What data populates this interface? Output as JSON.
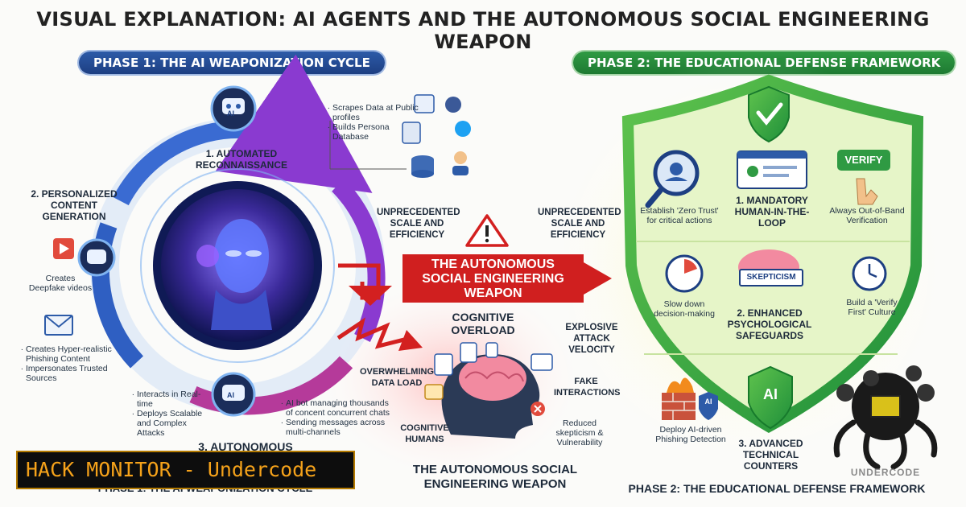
{
  "title": "VISUAL EXPLANATION: AI AGENTS AND THE AUTONOMOUS SOCIAL ENGINEERING WEAPON",
  "phase1": {
    "label": "PHASE 1: THE AI WEAPONIZATION CYCLE",
    "step1": {
      "title": "1. AUTOMATED RECONNAISSANCE",
      "bullets": [
        "Scrapes Data at Public profiles",
        "Builds Persona Database"
      ]
    },
    "step2": {
      "title": "2. PERSONALIZED CONTENT GENERATION",
      "bullets_top": [
        "Creates Deepfake videos"
      ],
      "bullets_bottom": [
        "Creates Hyper-realistic Phishing Content",
        "Impersonates Trusted Sources"
      ]
    },
    "step3": {
      "title": "3. AUTONOMOUS",
      "bullets_left": [
        "Interacts in Real-time",
        "Deploys Scalable and Complex Attacks"
      ],
      "bullets_right": [
        "AI bot managing thousands of concent concurrent chats",
        "Sending messages across multi-channels"
      ]
    },
    "bottom_caption": "PHASE 1: THE AI WEAPONIZATION CYCLE",
    "ai_badge": "AI"
  },
  "center": {
    "scale_left": "UNPRECEDENTED SCALE AND EFFICIENCY",
    "scale_right": "UNPRECEDENTED SCALE AND EFFICIENCY",
    "weapon": "THE AUTONOMOUS SOCIAL ENGINEERING WEAPON",
    "cognitive_overload": "COGNITIVE OVERLOAD",
    "explosive": "EXPLOSIVE ATTACK VELOCITY",
    "overwhelming": "OVERWHELMING DATA LOAD",
    "fake": "FAKE INTERACTIONS",
    "cognitive_humans": "COGNITIVE HUMANS",
    "reduced": "Reduced skepticism & Vulnerability",
    "bottom_caption": "THE AUTONOMOUS SOCIAL ENGINEERING WEAPON"
  },
  "phase2": {
    "label": "PHASE 2: THE EDUCATIONAL DEFENSE FRAMEWORK",
    "zero_trust": "Establish 'Zero Trust' for critical actions",
    "mandatory": "1. MANDATORY HUMAN-IN-THE-LOOP",
    "verify_btn": "VERIFY",
    "verify_text": "Always Out-of-Band Verification",
    "slow_down": "Slow down decision-making",
    "skepticism": "SKEPTICISM",
    "enhanced": "2. ENHANCED PSYCHOLOGICAL SAFEGUARDS",
    "verify_first": "Build a 'Verify First' Culture",
    "deploy": "Deploy AI-driven Phishing Detection",
    "advanced": "3. ADVANCED TECHNICAL COUNTERS",
    "ai_badge": "AI",
    "bottom_caption": "PHASE 2: THE EDUCATIONAL DEFENSE FRAMEWORK"
  },
  "watermark": {
    "banner": "HACK MONITOR - Undercode",
    "brand": "UNDERCODE"
  },
  "colors": {
    "blue": "#1d3f82",
    "green": "#1e7a32",
    "red": "#d32020",
    "orange": "#f5a21a"
  }
}
